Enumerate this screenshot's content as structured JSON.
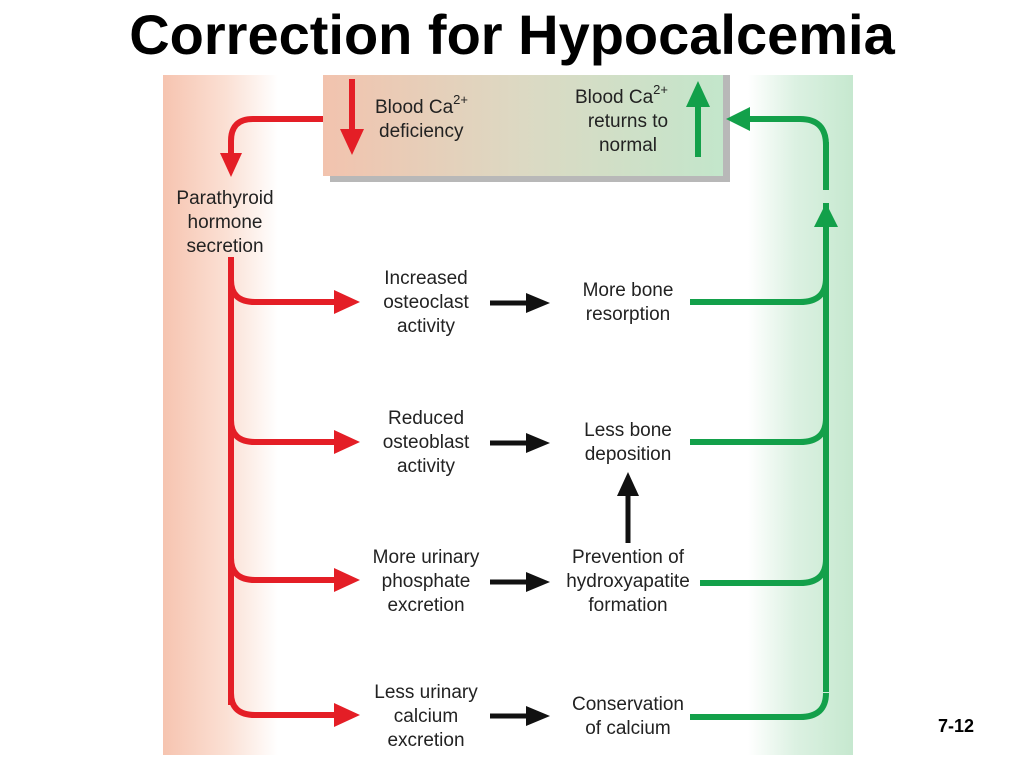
{
  "title": "Correction for Hypocalcemia",
  "slide_number": "7-12",
  "colors": {
    "red_arrow": "#e41e26",
    "green_arrow": "#13a04a",
    "black_arrow": "#111111",
    "left_band": "#f6c4b0",
    "right_band": "#c6e8cf"
  },
  "top_box": {
    "deficiency": {
      "line1": "Blood Ca",
      "sup": "2+",
      "line2": "deficiency"
    },
    "normal": {
      "line1": "Blood Ca",
      "sup": "2+",
      "line2": "returns to",
      "line3": "normal"
    }
  },
  "pth": {
    "line1": "Parathyroid",
    "line2": "hormone",
    "line3": "secretion"
  },
  "rows": [
    {
      "cause": [
        "Increased",
        "osteoclast",
        "activity"
      ],
      "effect": [
        "More bone",
        "resorption"
      ]
    },
    {
      "cause": [
        "Reduced",
        "osteoblast",
        "activity"
      ],
      "effect": [
        "Less bone",
        "deposition"
      ]
    },
    {
      "cause": [
        "More urinary",
        "phosphate",
        "excretion"
      ],
      "effect": [
        "Prevention of",
        "hydroxyapatite",
        "formation"
      ]
    },
    {
      "cause": [
        "Less urinary",
        "calcium",
        "excretion"
      ],
      "effect": [
        "Conservation",
        "of calcium"
      ]
    }
  ]
}
